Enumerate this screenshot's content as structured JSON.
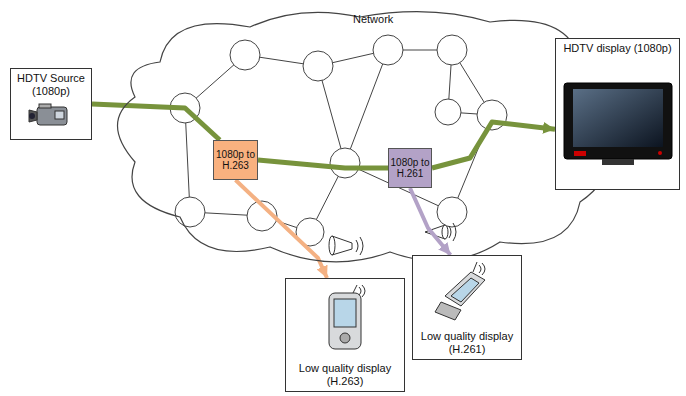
{
  "diagram": {
    "nodes": [
      {
        "text": [
          "HDTV Source (1080p)"
        ]
      },
      {
        "text": [
          "Network"
        ]
      },
      {
        "text": [
          "1080p to H.263"
        ],
        "in": 1
      },
      {
        "text": [
          "1080p to H.261"
        ],
        "in": 1
      },
      {
        "text": [
          "HDTV display (1080p)"
        ]
      },
      {
        "text": [
          "Low quality display (H.263)"
        ]
      },
      {
        "text": [
          "Low quality display (H.261)"
        ]
      }
    ],
    "edges": [
      {
        "from": 0,
        "to": 2,
        "arrow": "none"
      },
      {
        "from": 2,
        "to": 3,
        "arrow": "none"
      },
      {
        "from": 3,
        "to": 4,
        "arrow": "to"
      },
      {
        "from": 2,
        "to": 5,
        "arrow": "to"
      },
      {
        "from": 3,
        "to": 6,
        "arrow": "to"
      }
    ]
  }
}
